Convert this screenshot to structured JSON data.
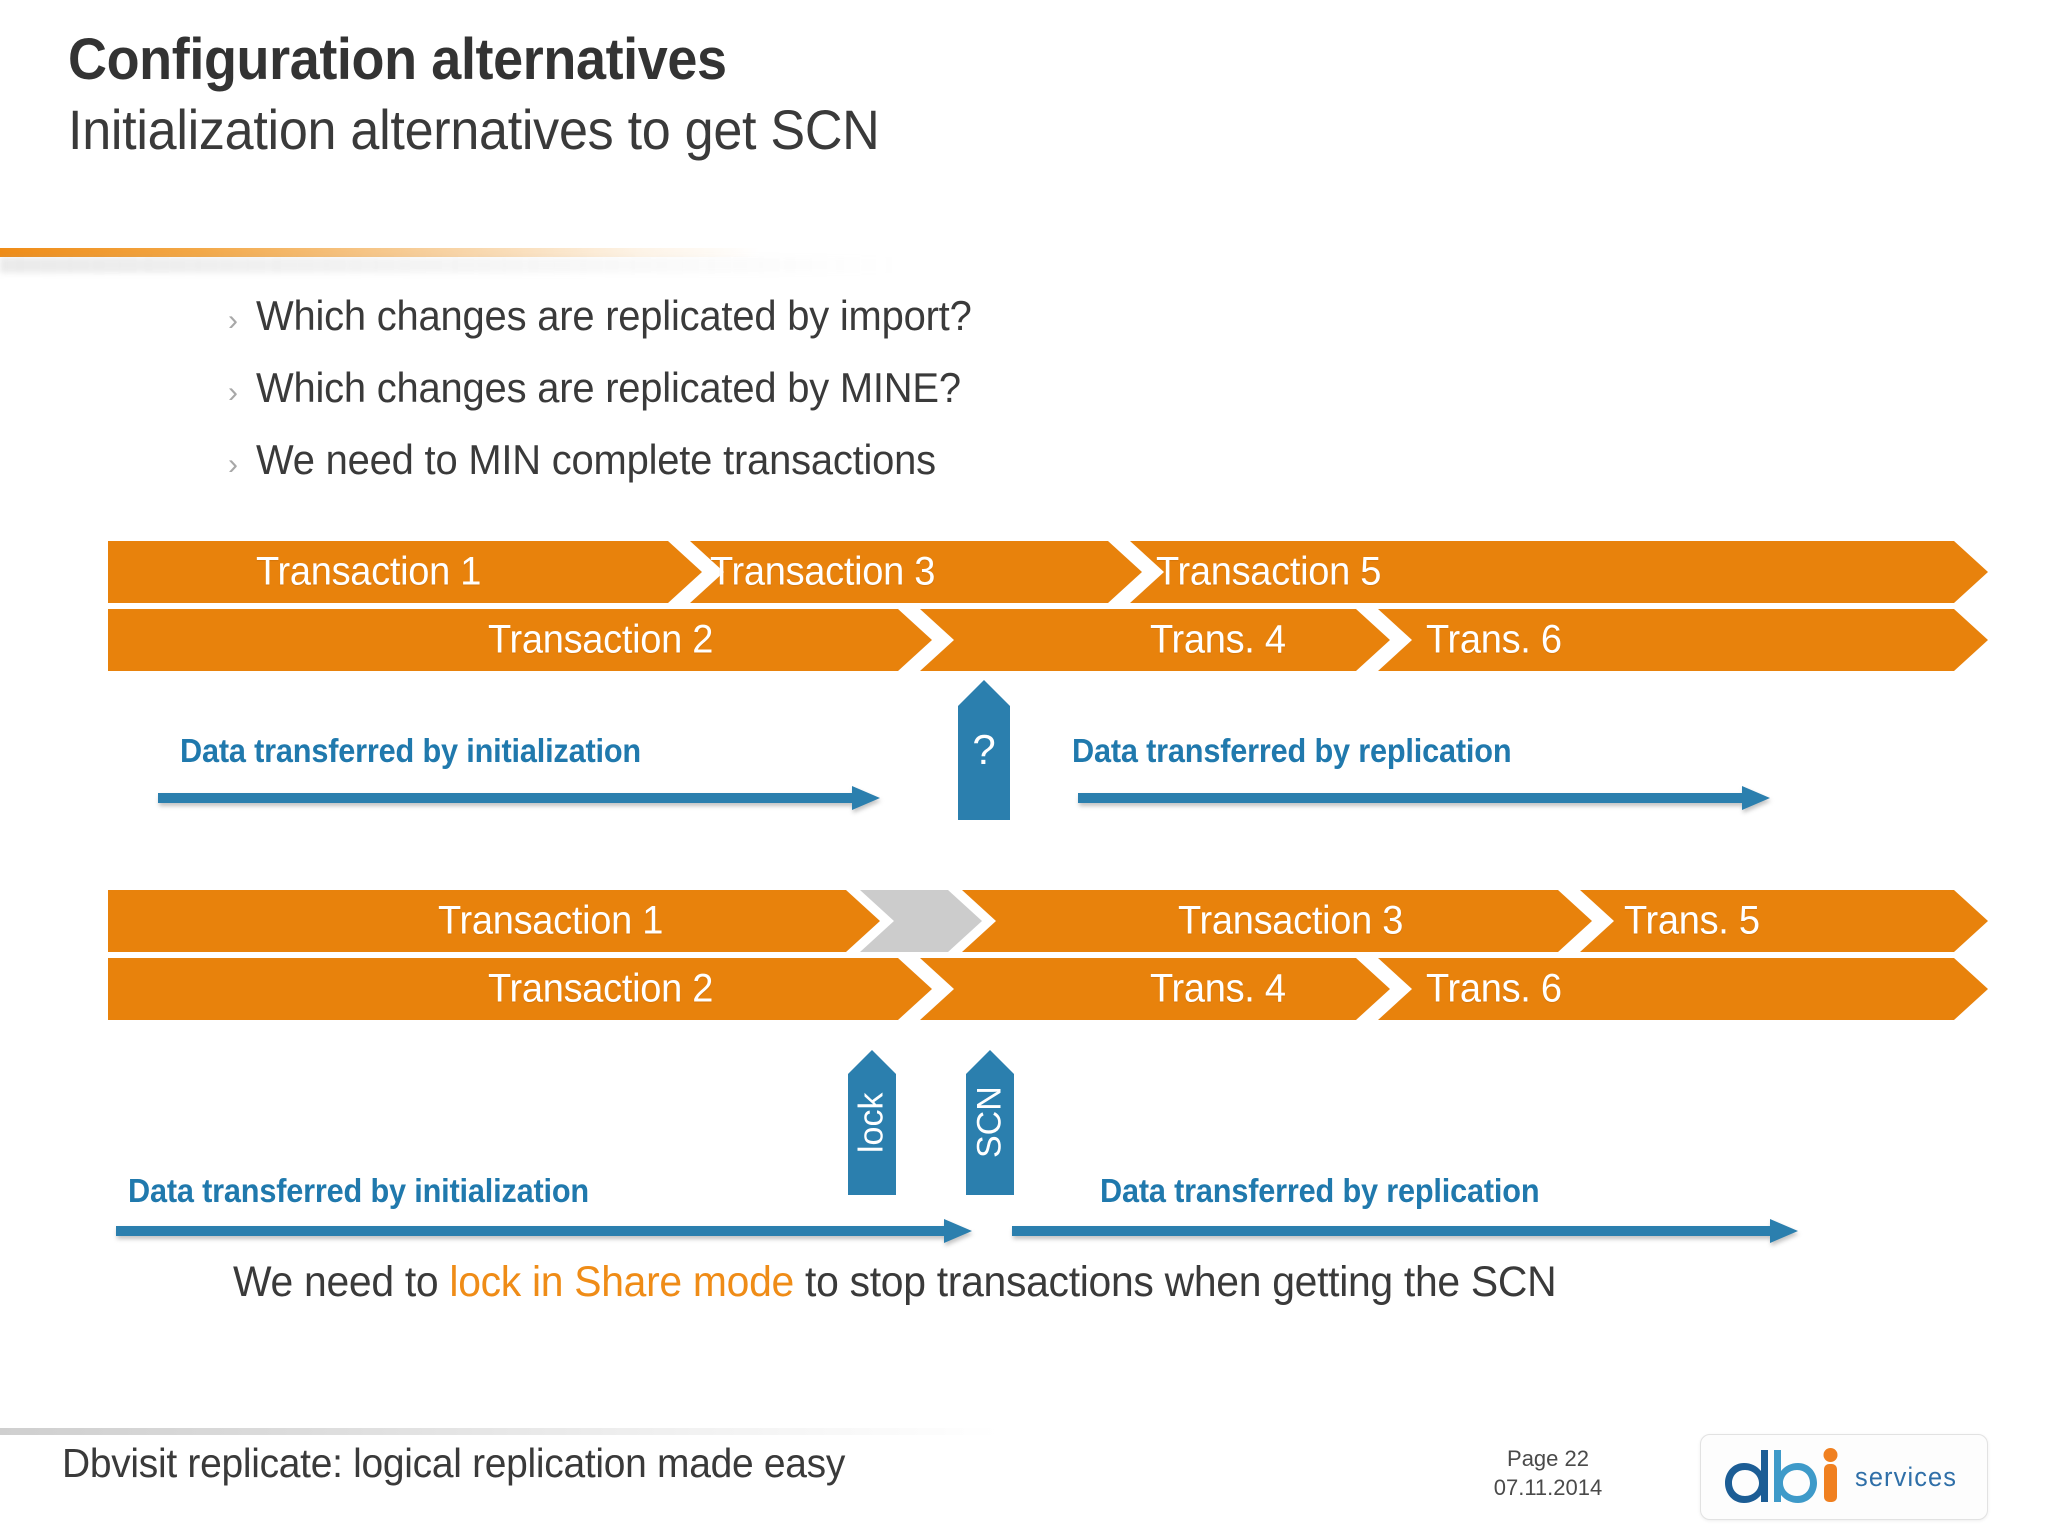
{
  "slide": {
    "title_main": "Configuration alternatives",
    "title_sub": "Initialization alternatives to get SCN",
    "bullet_marker": "›"
  },
  "bullets": [
    {
      "text": "Which changes are replicated by import?"
    },
    {
      "text": "Which changes are replicated by MINE?"
    },
    {
      "text": "We need to MIN complete transactions"
    }
  ],
  "diagram1": {
    "top_row": [
      {
        "label": "Transaction 1"
      },
      {
        "label": "Transaction 3"
      },
      {
        "label": "Transaction 5"
      }
    ],
    "bottom_row": [
      {
        "label": "Transaction 2"
      },
      {
        "label": "Trans. 4"
      },
      {
        "label": "Trans. 6"
      }
    ],
    "marker": {
      "label": "?"
    },
    "caption_left": "Data transferred by initialization",
    "caption_right": "Data transferred by replication"
  },
  "diagram2": {
    "top_row": [
      {
        "label": "Transaction 1"
      },
      {
        "label": ""
      },
      {
        "label": "Transaction 3"
      },
      {
        "label": "Trans. 5"
      }
    ],
    "bottom_row": [
      {
        "label": "Transaction 2"
      },
      {
        "label": "Trans. 4"
      },
      {
        "label": "Trans. 6"
      }
    ],
    "marker_lock": {
      "label": "lock"
    },
    "marker_scn": {
      "label": "SCN"
    },
    "caption_left": "Data transferred by initialization",
    "caption_right": "Data transferred by replication"
  },
  "bottom_note": {
    "before": "We need to ",
    "highlight": "lock in Share mode",
    "after": " to stop transactions when getting the SCN"
  },
  "footer": {
    "left": "Dbvisit replicate: logical replication made easy",
    "page": "Page 22",
    "date": "07.11.2014",
    "logo_d": "d",
    "logo_b": "b",
    "logo_i": "i",
    "logo_services": "services"
  },
  "colors": {
    "orange": "#ef8c17",
    "orange_bar": "#e8820c",
    "blue": "#2079ad",
    "gray_chevron": "#cccccc",
    "text_dark": "#3a3a3a"
  }
}
